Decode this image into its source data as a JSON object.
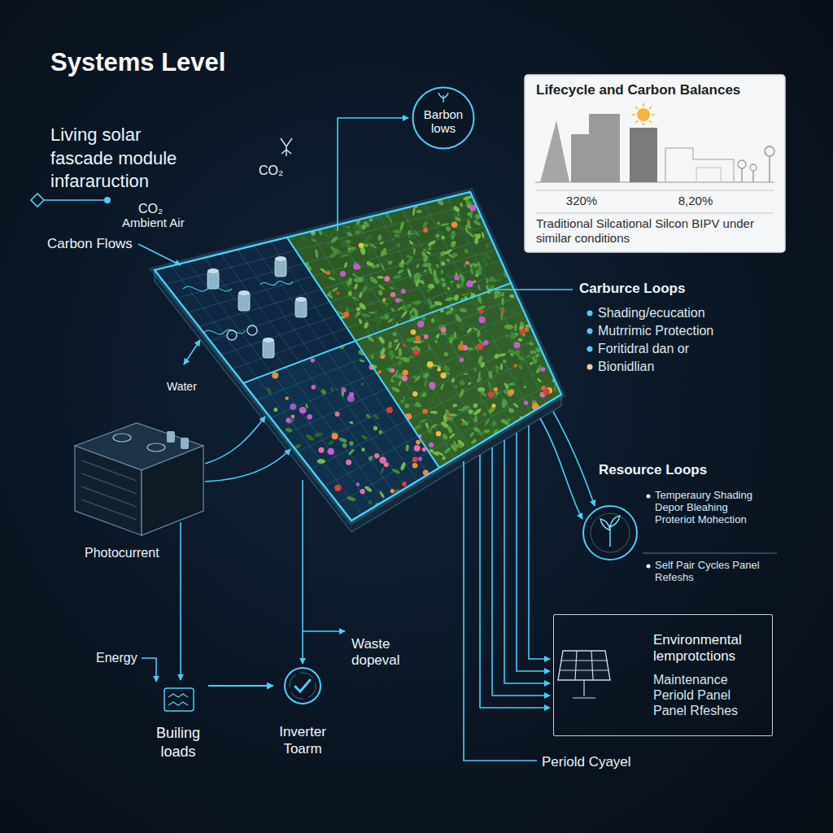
{
  "diagram": {
    "title": "Systems Level",
    "nodes": [
      {
        "text": [
          "Barbon lows"
        ]
      },
      {
        "text": [
          "Lifecycle and Carbon Balances",
          "320%",
          "8,20%",
          "Traditional Silcational Silcon BIPV under similar conditions"
        ]
      },
      {
        "text": [
          "Environmental lemprotctions",
          "Maintenance Periold Panel Panel Rfeshes"
        ]
      },
      {
        "text": [
          "Builing loads"
        ]
      },
      {
        "text": [
          "Inverter Toarm"
        ]
      }
    ],
    "edges": [
      {
        "from": 3,
        "to": 4,
        "arrow": "to"
      }
    ],
    "labels": [
      "Living solar fascade module infararuction",
      "CO₂",
      "CO₂",
      "Ambient Air",
      "Carbon Flows",
      "Carburce Loops",
      "Shading/ecucation",
      "Mutrrimic Protection",
      "Foritidral dan or",
      "Bionidlian",
      "Water",
      "Resource Loops",
      "Temperaury Shading Depor Bleahing Proteriot Mohection",
      "Self Pair Cycles Panel Refeshs",
      "Photocurrent",
      "Energy",
      "Waste dopeval",
      "Periold Cyayel"
    ]
  }
}
